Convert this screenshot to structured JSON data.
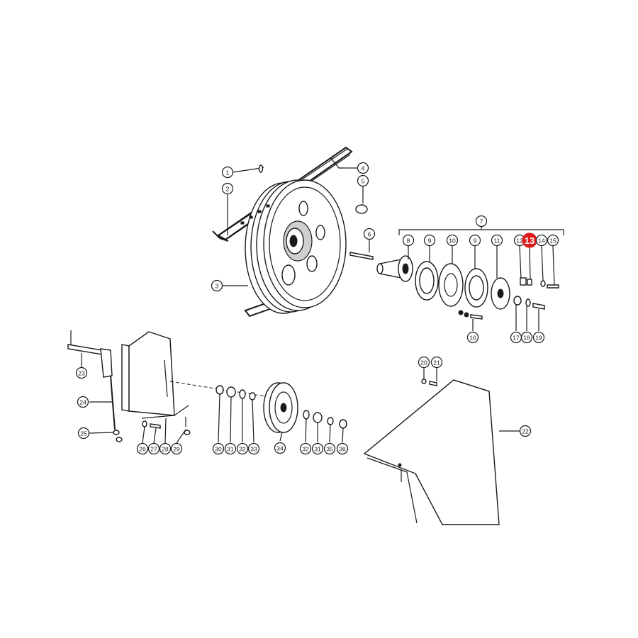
{
  "diagram": {
    "highlighted_part": "13",
    "highlight_color": "#e01a1a",
    "callouts": [
      "1",
      "2",
      "3",
      "4",
      "5",
      "6",
      "7",
      "8",
      "9",
      "10",
      "9",
      "11",
      "12",
      "13",
      "14",
      "15",
      "16",
      "17",
      "18",
      "19",
      "20",
      "21",
      "22",
      "23",
      "24",
      "25",
      "26",
      "27",
      "28",
      "29",
      "30",
      "31",
      "32",
      "33",
      "34",
      "32",
      "31",
      "35",
      "36"
    ]
  }
}
